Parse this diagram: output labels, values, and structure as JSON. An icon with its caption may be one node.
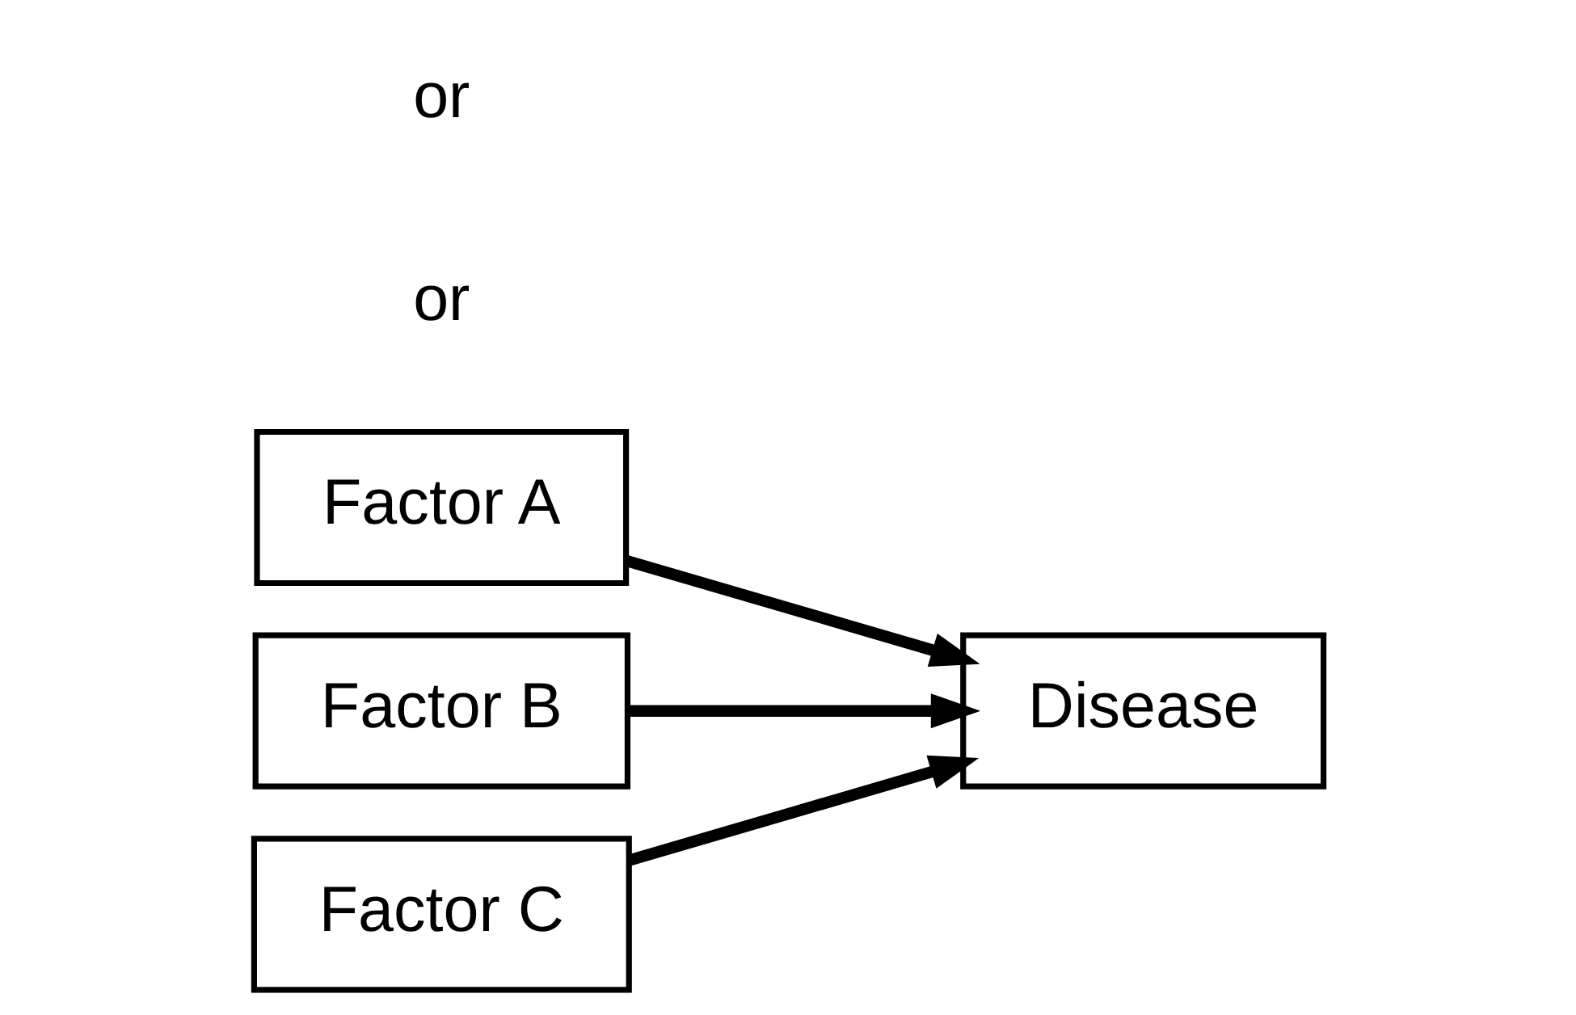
{
  "diagram": {
    "nodes": [
      {
        "text": [
          "Factor A"
        ]
      },
      {
        "text": [
          "Factor B"
        ]
      },
      {
        "text": [
          "Factor C"
        ]
      },
      {
        "text": [
          "Disease"
        ]
      }
    ],
    "edges": [
      {
        "from": 0,
        "to": 3,
        "arrow": "to"
      },
      {
        "from": 1,
        "to": 3,
        "arrow": "to"
      },
      {
        "from": 2,
        "to": 3,
        "arrow": "to"
      }
    ],
    "labels": [
      "or",
      "or"
    ]
  }
}
